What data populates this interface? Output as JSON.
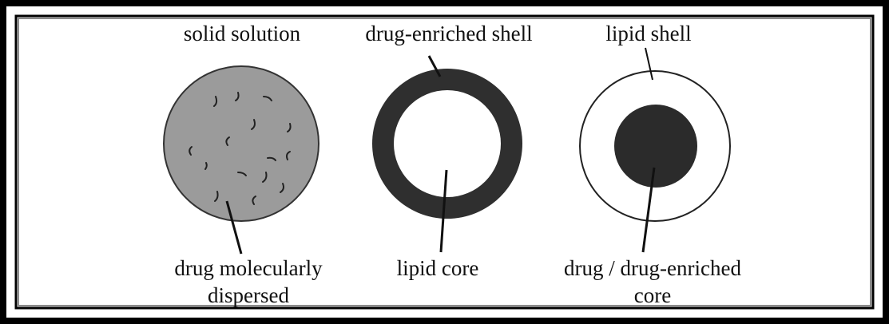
{
  "labels": {
    "top_left": "solid solution",
    "top_middle": "drug-enriched shell",
    "top_right": "lipid shell",
    "bottom_left_line1": "drug molecularly",
    "bottom_left_line2": "dispersed",
    "bottom_middle": "lipid core",
    "bottom_right_line1": "drug / drug-enriched",
    "bottom_right_line2": "core"
  },
  "colors": {
    "frame_outer": "#000000",
    "frame_inner_shadow": "#7a7a7a",
    "solid_solution_fill": "#9b9b9b",
    "shell_fill": "#2f2f2f",
    "core_fill": "#2b2b2b",
    "line": "#111111",
    "background": "#ffffff"
  }
}
